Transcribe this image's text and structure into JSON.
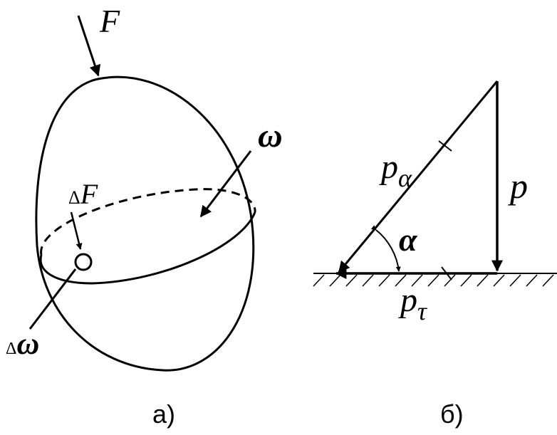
{
  "figure_a": {
    "caption": "а)",
    "force_label": "F",
    "omega_label": "ω",
    "delta_prefix": "Δ",
    "delta_force_label": "F",
    "delta_omega_label": "ω"
  },
  "figure_b": {
    "caption": "б)",
    "p_label": "p",
    "p_alpha_base": "p",
    "p_alpha_sub": "α",
    "p_tau_base": "p",
    "p_tau_sub": "τ",
    "angle_label": "α"
  }
}
